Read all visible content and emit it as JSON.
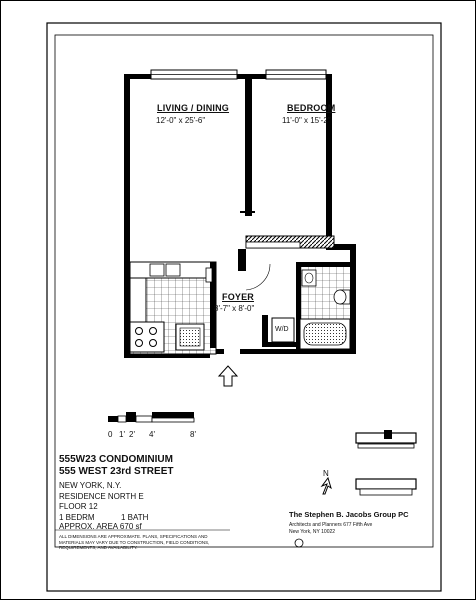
{
  "rooms": {
    "living": {
      "name": "LIVING / DINING",
      "size": "12'-0\" x 25'-6\""
    },
    "bedroom": {
      "name": "BEDROOM",
      "size": "11'-0\" x 15'-2\""
    },
    "foyer": {
      "name": "FOYER",
      "size": "8'-7\" x 8'-0\""
    },
    "wd_label": "W/D"
  },
  "scale": {
    "ticks": [
      "0",
      "1'",
      "2'",
      "4'",
      "8'"
    ]
  },
  "project": {
    "name": "555W23 CONDOMINIUM",
    "address": "555 WEST 23rd STREET",
    "city": "NEW YORK,  N.Y.",
    "residence": "RESIDENCE NORTH E",
    "floor": "FLOOR 12",
    "bedrooms": "1 BEDRM",
    "baths": "1 BATH",
    "area": "APPROX.  AREA  670  sf"
  },
  "disclaimer": "ALL DIMENSIONS ARE APPROXIMATE. PLANS, SPECIFICATIONS AND MATERIALS MAY VARY DUE TO CONSTRUCTION, FIELD CONDITIONS, REQUIREMENTS, AND AVAILABILITY.",
  "compass": {
    "label": "N"
  },
  "firm": {
    "name": "The Stephen B. Jacobs Group PC",
    "line1": "Architects and Planners   677 Fifth Ave",
    "line2": "New York,  NY 10022"
  }
}
